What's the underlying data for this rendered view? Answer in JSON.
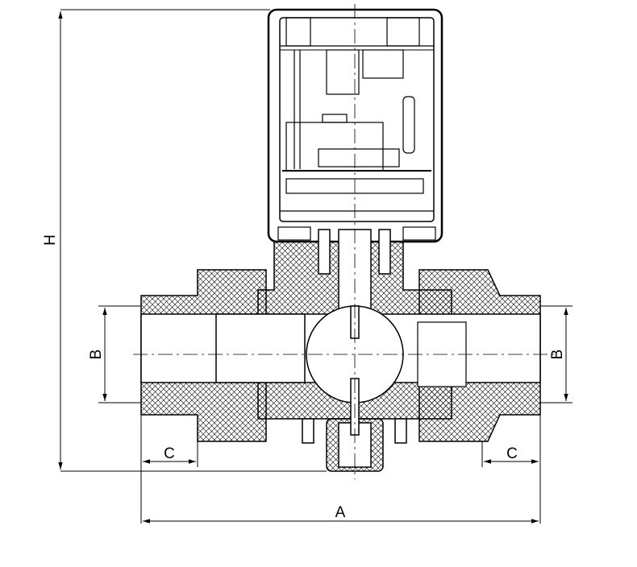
{
  "dimensions": {
    "height_label": "H",
    "bore_left_label": "B",
    "bore_right_label": "B",
    "thread_left_label": "C",
    "thread_right_label": "C",
    "length_label": "A"
  },
  "colors": {
    "line": "#000000",
    "background": "#ffffff"
  }
}
